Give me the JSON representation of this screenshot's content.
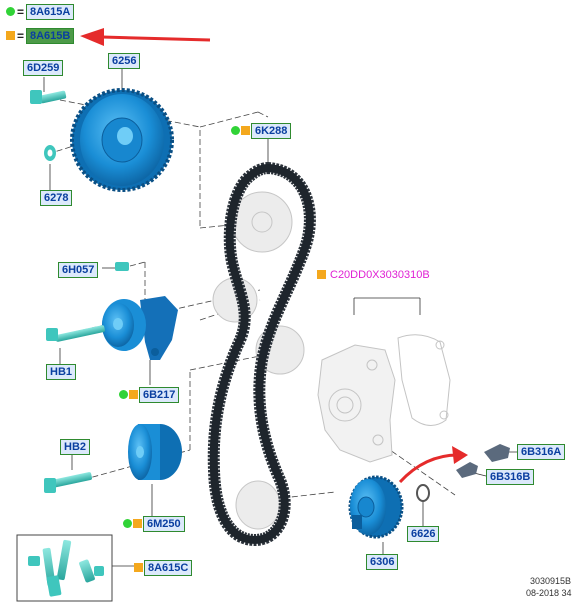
{
  "legend": {
    "green_label": "8A615A",
    "orange_label": "8A615B",
    "equals": "="
  },
  "parts": {
    "p6D259": "6D259",
    "p6256": "6256",
    "p6278": "6278",
    "p6K288": "6K288",
    "p6H057": "6H057",
    "pHB1": "HB1",
    "p6B217": "6B217",
    "pHB2": "HB2",
    "p6M250": "6M250",
    "p6B316A": "6B316A",
    "p6B316B": "6B316B",
    "p6626": "6626",
    "p6306": "6306",
    "p8A615C": "8A615C"
  },
  "callout": "C20DD0X3030310B",
  "reference": {
    "code": "3030915B",
    "date": "08-2018 34"
  },
  "colors": {
    "part_fill": "#1a8ed6",
    "belt": "#2b323a",
    "ghost": "#c9c9c9",
    "bolt": "#3fc6bd",
    "label_bg": "#dce9fb",
    "label_border": "#2f8a2f",
    "label_text": "#0a3fa0",
    "highlight_bg": "#4d9a48",
    "green_dot": "#31d337",
    "orange_square": "#f4a81d",
    "callout_text": "#e020d4",
    "arrow": "#e52b2b"
  }
}
